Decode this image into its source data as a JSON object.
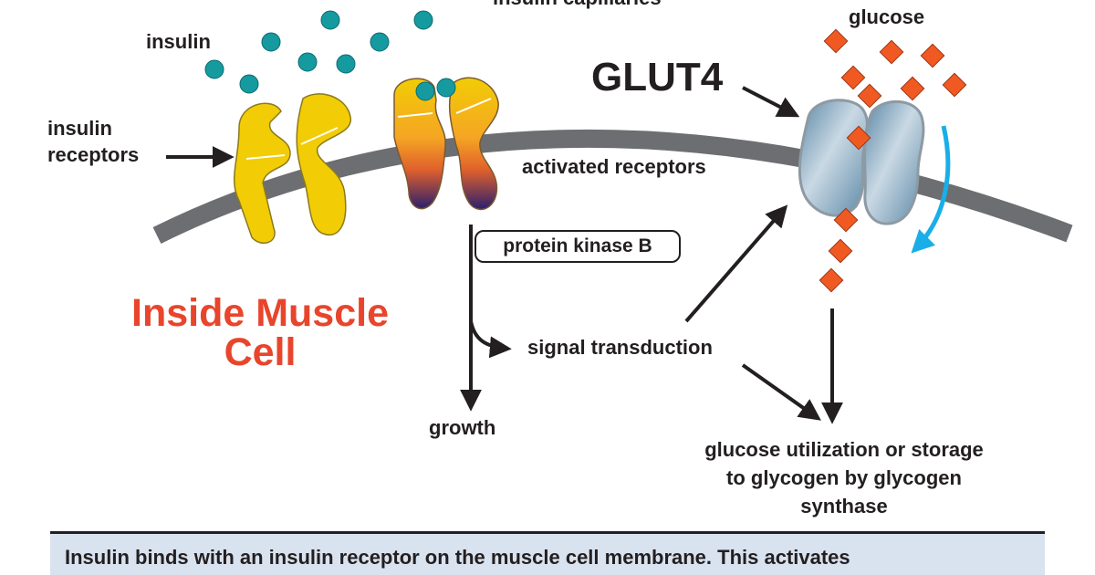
{
  "labels": {
    "top_cut": "insulin capillaries",
    "insulin": "insulin",
    "insulin_receptors_line1": "insulin",
    "insulin_receptors_line2": "receptors",
    "glucose": "glucose",
    "glut4": "GLUT4",
    "activated_receptors": "activated receptors",
    "protein_kinase_b": "protein kinase B",
    "inside_cell": "Inside Muscle Cell",
    "signal_transduction": "signal transduction",
    "growth": "growth",
    "glucose_use": "glucose utilization or storage to glycogen by glycogen synthase",
    "caption": "Insulin binds with an insulin receptor on the muscle cell membrane. This activates"
  },
  "colors": {
    "membrane": "#6d6e71",
    "insulin_dot": "#159aa0",
    "receptor_yellow": "#f2cc05",
    "activated_gradient_top": "#f2cc05",
    "activated_gradient_mid": "#f07d2a",
    "activated_gradient_bottom": "#2b1f6e",
    "glucose": "#f05a22",
    "glut4": "#7fa6bf",
    "cycle_arrow": "#1aaee8",
    "inside_title": "#e8452c",
    "caption_bg": "#d9e2ef",
    "text": "#231f20"
  }
}
